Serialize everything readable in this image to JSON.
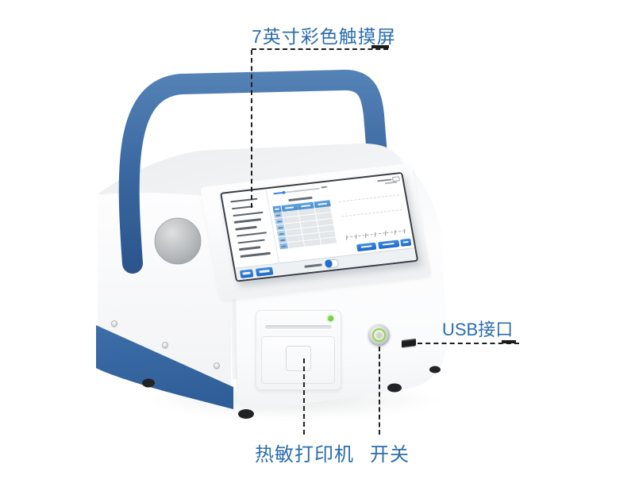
{
  "page": {
    "background": "#ffffff"
  },
  "annotations": {
    "touchscreen_label": "7英寸彩色触摸屏",
    "usb_label": "USB接口",
    "printer_label": "热敏打印机",
    "power_label": "开关"
  },
  "device": {
    "screen": {
      "sidebar_item_count": 9,
      "table": {
        "column_count": 4,
        "data_row_count": 6
      },
      "chart": {
        "dashed_gridline_count": 2,
        "axis_tick_count": 7,
        "button_count": 3
      },
      "bottom_bar": {
        "button_count": 2,
        "has_toggle": true
      }
    },
    "indicator_led_color": "#6fc83c",
    "power_ring_color": "#95d54f"
  },
  "colors": {
    "annotation_text": "#2b6dad",
    "callout_line": "#1e1e1e",
    "handle_blue": "#3a67a0",
    "base_band_blue": "#3566a3",
    "screen_accent_blue": "#1e6fd2",
    "table_header_blue": "#4f94d8"
  }
}
